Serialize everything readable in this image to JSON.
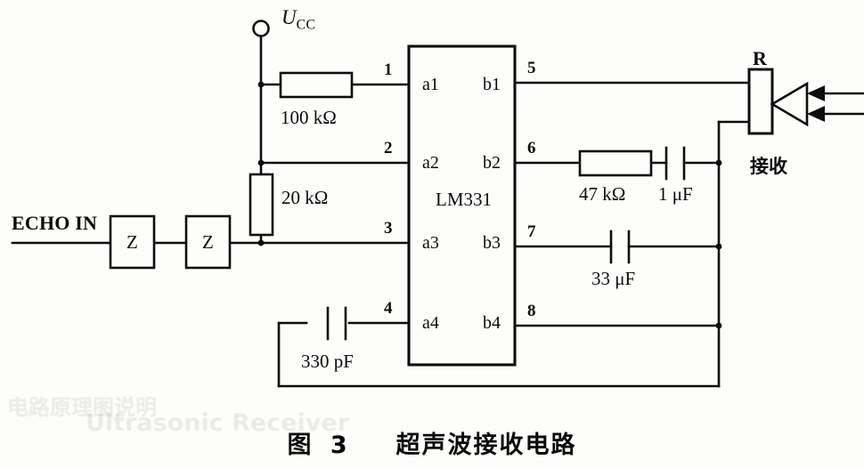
{
  "figure": {
    "caption_number": "图 3",
    "caption_title": "超声波接收电路"
  },
  "power": {
    "supply_label_main": "U",
    "supply_label_sub": "CC"
  },
  "ic": {
    "part_number": "LM331",
    "left_ports": [
      "a1",
      "a2",
      "a3",
      "a4"
    ],
    "right_ports": [
      "b1",
      "b2",
      "b3",
      "b4"
    ],
    "left_pins": [
      "1",
      "2",
      "3",
      "4"
    ],
    "right_pins": [
      "5",
      "6",
      "7",
      "8"
    ]
  },
  "input": {
    "source_label": "ECHO IN",
    "block1_label": "Z",
    "block2_label": "Z"
  },
  "components": {
    "r_pullup": "100 kΩ",
    "r_divider": "20 kΩ",
    "r_filter": "47 kΩ",
    "c_coupling": "1 μF",
    "c_smoothing": "33 μF",
    "c_timing": "330 pF"
  },
  "transducer": {
    "ref_des": "R",
    "function_label": "接收"
  },
  "colors": {
    "wire": "#0d0d0d",
    "background": "#fdfdfb",
    "text": "#0b0b0b"
  },
  "smudges": {
    "line1": "电路原理图说明",
    "line2": "Ultrasonic Receiver"
  }
}
